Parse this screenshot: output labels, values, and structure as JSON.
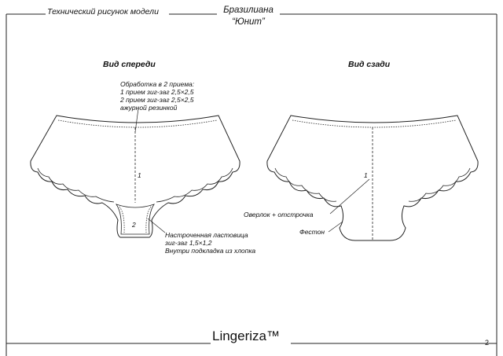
{
  "header": {
    "section_title": "Технический рисунок модели",
    "model_name": "Бразилиана",
    "model_collection": "“Юнит”"
  },
  "front_view": {
    "label": "Вид спереди",
    "seam_note": [
      "Обработка в 2 приема:",
      "1 прием зиг-заг 2,5×2,5",
      "2 прием зиг-заг 2,5×2,5",
      "ажурной резинкой"
    ],
    "panel_number_1": "1",
    "panel_number_2": "2",
    "gusset_note": [
      "Настроченная ластовица",
      "зиг-заг 1,5×1,2",
      "Внутри подкладка из хлопка"
    ]
  },
  "back_view": {
    "label": "Вид сзади",
    "panel_number_1": "1",
    "overlock_note": "Оверлок + отстрочка",
    "scallop_note": "Фестон"
  },
  "footer": {
    "brand": "Lingeriza™",
    "page_number": "2"
  }
}
